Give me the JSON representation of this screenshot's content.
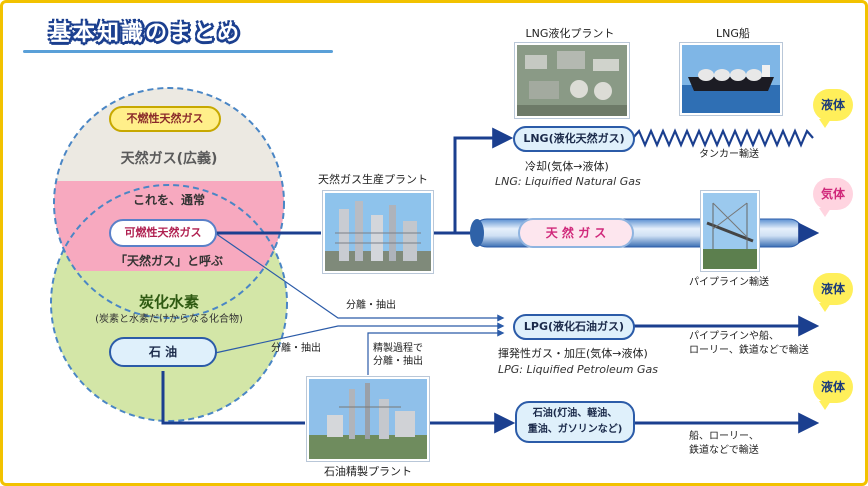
{
  "title": "基本知識のまとめ",
  "circle": {
    "nonflammable_gas": "不燃性天然ガス",
    "natural_gas_broad": "天然ガス(広義)",
    "this_usually": "これを、通常",
    "flammable_gas": "可燃性天然ガス",
    "called_natural_gas": "「天然ガス」と呼ぶ",
    "hydrocarbon": "炭化水素",
    "hydrocarbon_note": "(炭素と水素だけからなる化合物)",
    "oil": "石 油"
  },
  "gas_plant": {
    "label": "天然ガス生産プラント"
  },
  "lng": {
    "plant_label": "LNG液化プラント",
    "ship_label": "LNG船",
    "box": "LNG(液化天然ガス)",
    "cooling": "冷却(気体→液体)",
    "english": "LNG: Liquified Natural Gas",
    "tanker": "タンカー輸送",
    "state": "液体"
  },
  "pipeline": {
    "box": "天 然 ガ ス",
    "transport": "パイプライン輸送",
    "state": "気体"
  },
  "lpg": {
    "box": "LPG(液化石油ガス)",
    "separation_1": "分離・抽出",
    "separation_2": "分離・抽出",
    "process": "揮発性ガス・加圧(気体→液体)",
    "english": "LPG: Liquified Petroleum Gas",
    "transport_1": "パイプラインや船、",
    "transport_2": "ローリー、鉄道などで輸送",
    "state": "液体"
  },
  "refinery": {
    "label": "石油精製プラント",
    "process_1": "精製過程で",
    "process_2": "分離・抽出"
  },
  "oil_products": {
    "box_1": "石油(灯油、軽油、",
    "box_2": "重油、ガソリンなど)",
    "transport_1": "船、ローリー、",
    "transport_2": "鉄道などで輸送",
    "state": "液体"
  },
  "colors": {
    "outer_circle": "#ece9e2",
    "pink_band": "#f7a9bf",
    "green_circle": "#d3e6a7",
    "dashed_border": "#4a86c5",
    "flow_line": "#1b3f8f",
    "liquid_bubble": "#ffef5a",
    "gas_bubble": "#ffd4e0"
  }
}
